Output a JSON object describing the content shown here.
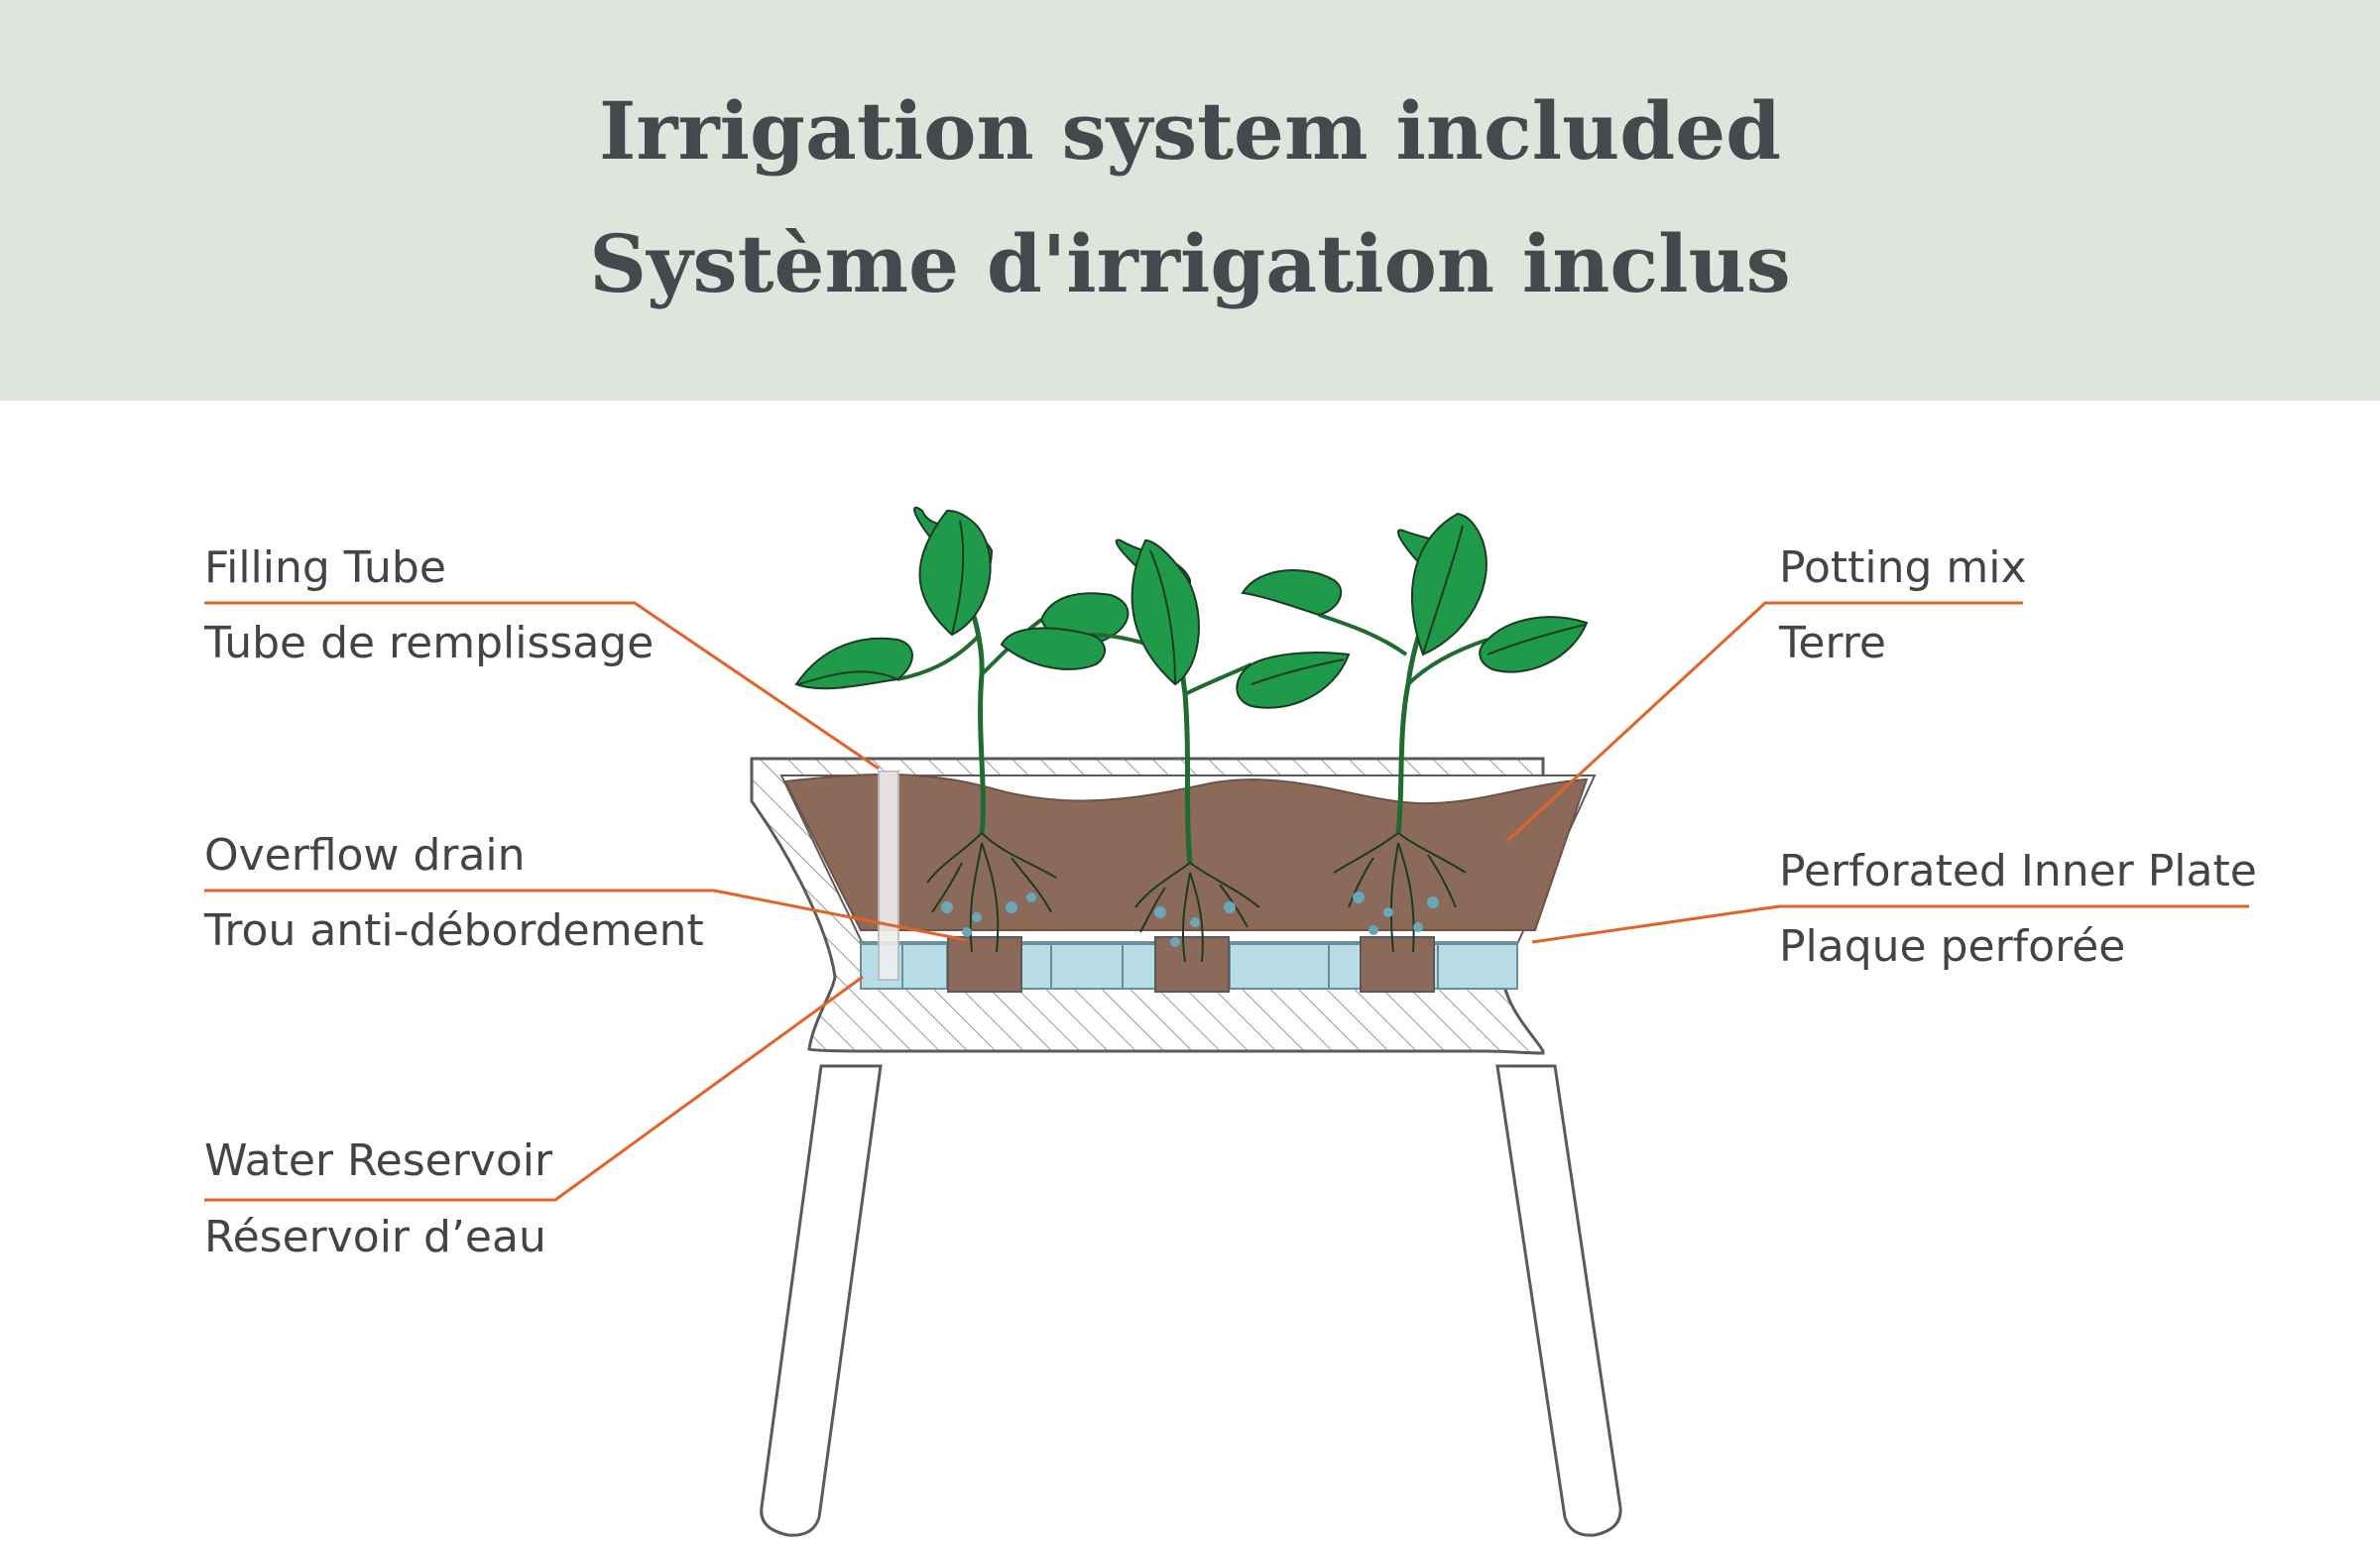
{
  "header": {
    "title_en": "Irrigation system included",
    "title_fr": "Système d'irrigation inclus"
  },
  "labels": {
    "filling_tube": {
      "en": "Filling Tube",
      "fr": "Tube de remplissage"
    },
    "overflow_drain": {
      "en": "Overflow drain",
      "fr": "Trou anti-débordement"
    },
    "water_reservoir": {
      "en": "Water Reservoir",
      "fr": "Réservoir d’eau"
    },
    "potting_mix": {
      "en": "Potting mix",
      "fr": "Terre"
    },
    "perforated_plate": {
      "en": "Perforated Inner Plate",
      "fr": "Plaque perforée"
    }
  },
  "colors": {
    "banner": "#dde5dd",
    "title": "#434a4e",
    "leader_line": "#e0642a",
    "soil": "#8b6a5a",
    "leaf": "#1f9a4a",
    "water": "#b9dde6"
  }
}
